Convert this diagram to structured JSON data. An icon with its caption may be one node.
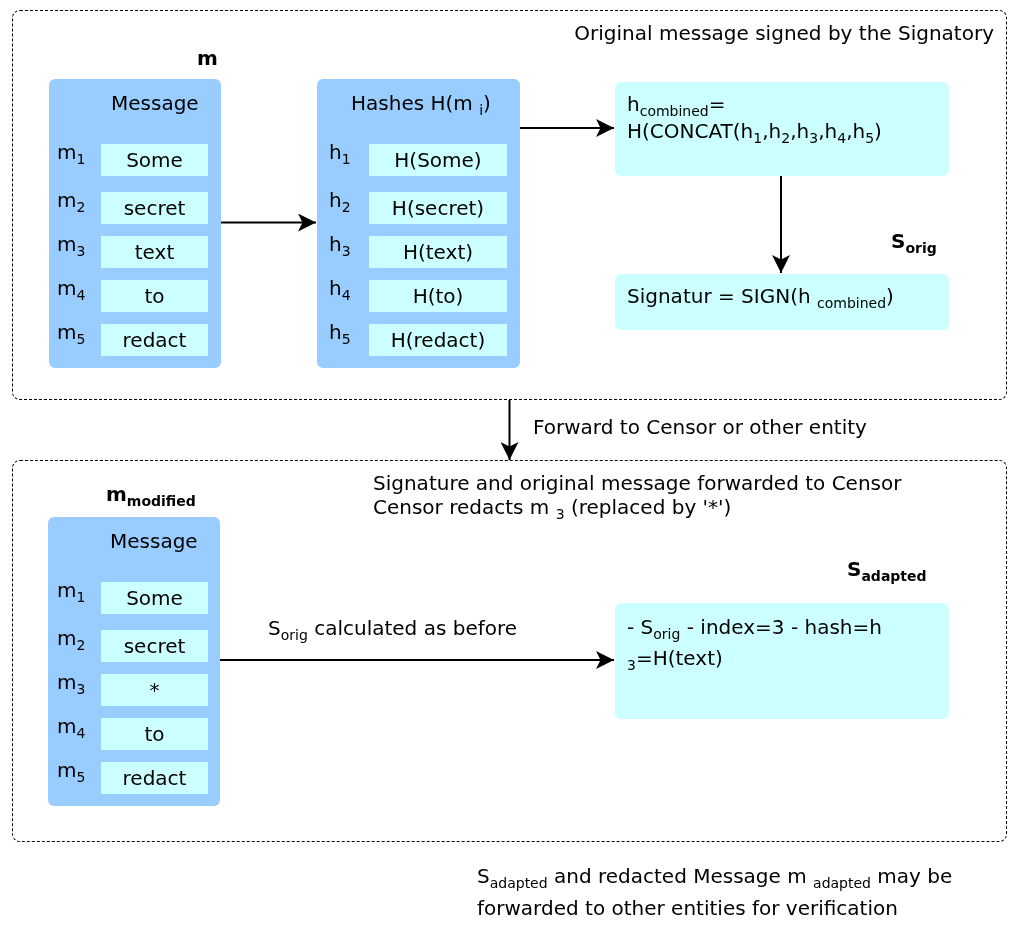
{
  "diagram": {
    "nodes": [
      {
        "text": [
          "Original message signed by the Signatory"
        ]
      },
      {
        "text": [
          "Message"
        ],
        "beside": [
          "m"
        ],
        "in": 0
      },
      {
        "text": [
          "Some"
        ],
        "beside": [
          "m$_{1}$"
        ],
        "in": 1
      },
      {
        "text": [
          "secret"
        ],
        "beside": [
          "m$_{2}$"
        ],
        "in": 1
      },
      {
        "text": [
          "text"
        ],
        "beside": [
          "m$_{3}$"
        ],
        "in": 1
      },
      {
        "text": [
          "to"
        ],
        "beside": [
          "m$_{4}$"
        ],
        "in": 1
      },
      {
        "text": [
          "redact"
        ],
        "beside": [
          "m$_{5}$"
        ],
        "in": 1
      },
      {
        "text": [
          "Hashes H(m $_{i}$)"
        ],
        "in": 0
      },
      {
        "text": [
          "H(Some)"
        ],
        "beside": [
          "h$_{1}$"
        ],
        "in": 7
      },
      {
        "text": [
          "H(secret)"
        ],
        "beside": [
          "h$_{2}$"
        ],
        "in": 7
      },
      {
        "text": [
          "H(text)"
        ],
        "beside": [
          "h$_{3}$"
        ],
        "in": 7
      },
      {
        "text": [
          "H(to)"
        ],
        "beside": [
          "h$_{4}$"
        ],
        "in": 7
      },
      {
        "text": [
          "H(redact)"
        ],
        "beside": [
          "h$_{5}$"
        ],
        "in": 7
      },
      {
        "text": [
          "h$_{combined}$= H(CONCAT(h$_{1}$,h$_{2}$,h$_{3}$,h$_{4}$,h$_{5}$)"
        ],
        "in": 0
      },
      {
        "text": [
          "Signatur = SIGN(h $_{combined}$)"
        ],
        "beside": [
          "S$_{orig}$"
        ],
        "in": 0
      },
      {
        "text": [
          "Signature and original message forwarded to Censor",
          "Censor redacts m $_{3}$ (replaced by '*')"
        ]
      },
      {
        "text": [
          "Message"
        ],
        "beside": [
          "m$_{modified}$"
        ],
        "in": 15
      },
      {
        "text": [
          "Some"
        ],
        "beside": [
          "m$_{1}$"
        ],
        "in": 16
      },
      {
        "text": [
          "secret"
        ],
        "beside": [
          "m$_{2}$"
        ],
        "in": 16
      },
      {
        "text": [
          "*"
        ],
        "beside": [
          "m$_{3}$"
        ],
        "in": 16
      },
      {
        "text": [
          "to"
        ],
        "beside": [
          "m$_{4}$"
        ],
        "in": 16
      },
      {
        "text": [
          "redact"
        ],
        "beside": [
          "m$_{5}$"
        ],
        "in": 16
      },
      {
        "text": [
          "- S$_{orig}$ - index=3 - hash=h $_{3}$=H(text)"
        ],
        "beside": [
          "S$_{adapted}$"
        ],
        "in": 15
      }
    ],
    "edges": [
      {
        "from": 1,
        "to": 7,
        "arrow": "to"
      },
      {
        "from": 7,
        "to": 13,
        "arrow": "to"
      },
      {
        "from": 13,
        "to": 14,
        "arrow": "to"
      },
      {
        "from": 0,
        "to": 15,
        "arrow": "to",
        "label": "Forward to Censor or other entity"
      },
      {
        "from": 16,
        "to": 22,
        "arrow": "to",
        "label": "S$_{orig}$ calculated as before"
      }
    ],
    "labels": [
      "S$_{adapted}$ and redacted Message m $_{adapted}$ may be forwarded to other entities for verification"
    ]
  }
}
